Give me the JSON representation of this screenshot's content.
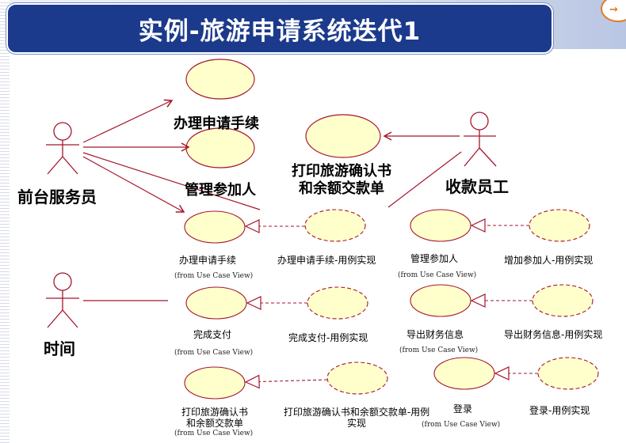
{
  "title": "实例-旅游申请系统迭代1",
  "corner_icon": "→",
  "actors": [
    {
      "id": "front",
      "label": "前台服务员"
    },
    {
      "id": "cashier",
      "label": "收款员工"
    },
    {
      "id": "time",
      "label": "时间"
    }
  ],
  "top_use_cases": [
    {
      "id": "u1",
      "label": "办理申请手续"
    },
    {
      "id": "u2",
      "label": "管理参加人"
    },
    {
      "id": "u3",
      "label": "打印旅游确认书\n和余额交款单"
    }
  ],
  "realizations": [
    {
      "id": "r1",
      "uc_label": "办理申请手续",
      "from": "(from Use Case View)",
      "real_label": "办理申请手续-用例实现"
    },
    {
      "id": "r2",
      "uc_label": "管理参加人",
      "from": "(from Use Case View)",
      "real_label": "增加参加人-用例实现"
    },
    {
      "id": "r3",
      "uc_label": "完成支付",
      "from": "(from Use Case View)",
      "real_label": "完成支付-用例实现"
    },
    {
      "id": "r4",
      "uc_label": "导出财务信息",
      "from": "(from Use Case View)",
      "real_label": "导出财务信息-用例实现"
    },
    {
      "id": "r5",
      "uc_label": "打印旅游确认书\n和余额交款单",
      "from": "(from Use Case View)",
      "real_label": "打印旅游确认书和余额交款单-用例\n实现"
    },
    {
      "id": "r6",
      "uc_label": "登录",
      "from": "(from Use Case View)",
      "real_label": "登录-用例实现"
    }
  ],
  "colors": {
    "ellipse_fill": "#ffffcc",
    "line": "#a5162d",
    "title_bg": "#1c3a8c"
  }
}
